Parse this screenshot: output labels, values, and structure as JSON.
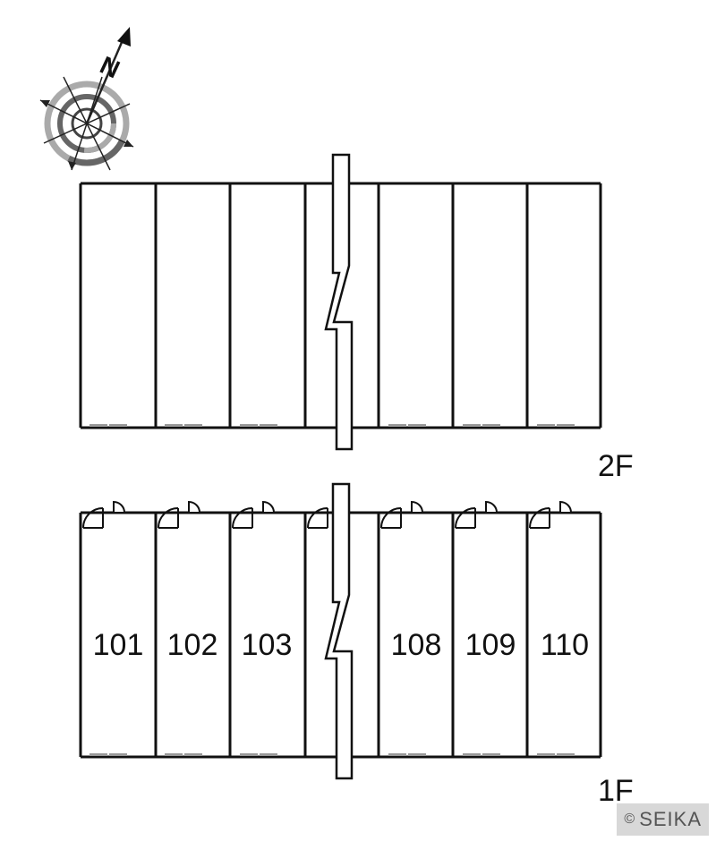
{
  "compass": {
    "label": "N",
    "icon": "compass-rose-icon"
  },
  "floors": [
    {
      "name": "2F",
      "units": [
        "",
        "",
        "",
        "",
        "",
        "",
        ""
      ]
    },
    {
      "name": "1F",
      "units": [
        "101",
        "102",
        "103",
        "",
        "108",
        "109",
        "110"
      ]
    }
  ],
  "copyright": {
    "symbol": "©",
    "text": "SEIKA"
  },
  "colors": {
    "line": "#111111",
    "compass_dark": "#666666",
    "compass_light": "#aaaaaa",
    "badge": "#d8d8d8"
  }
}
